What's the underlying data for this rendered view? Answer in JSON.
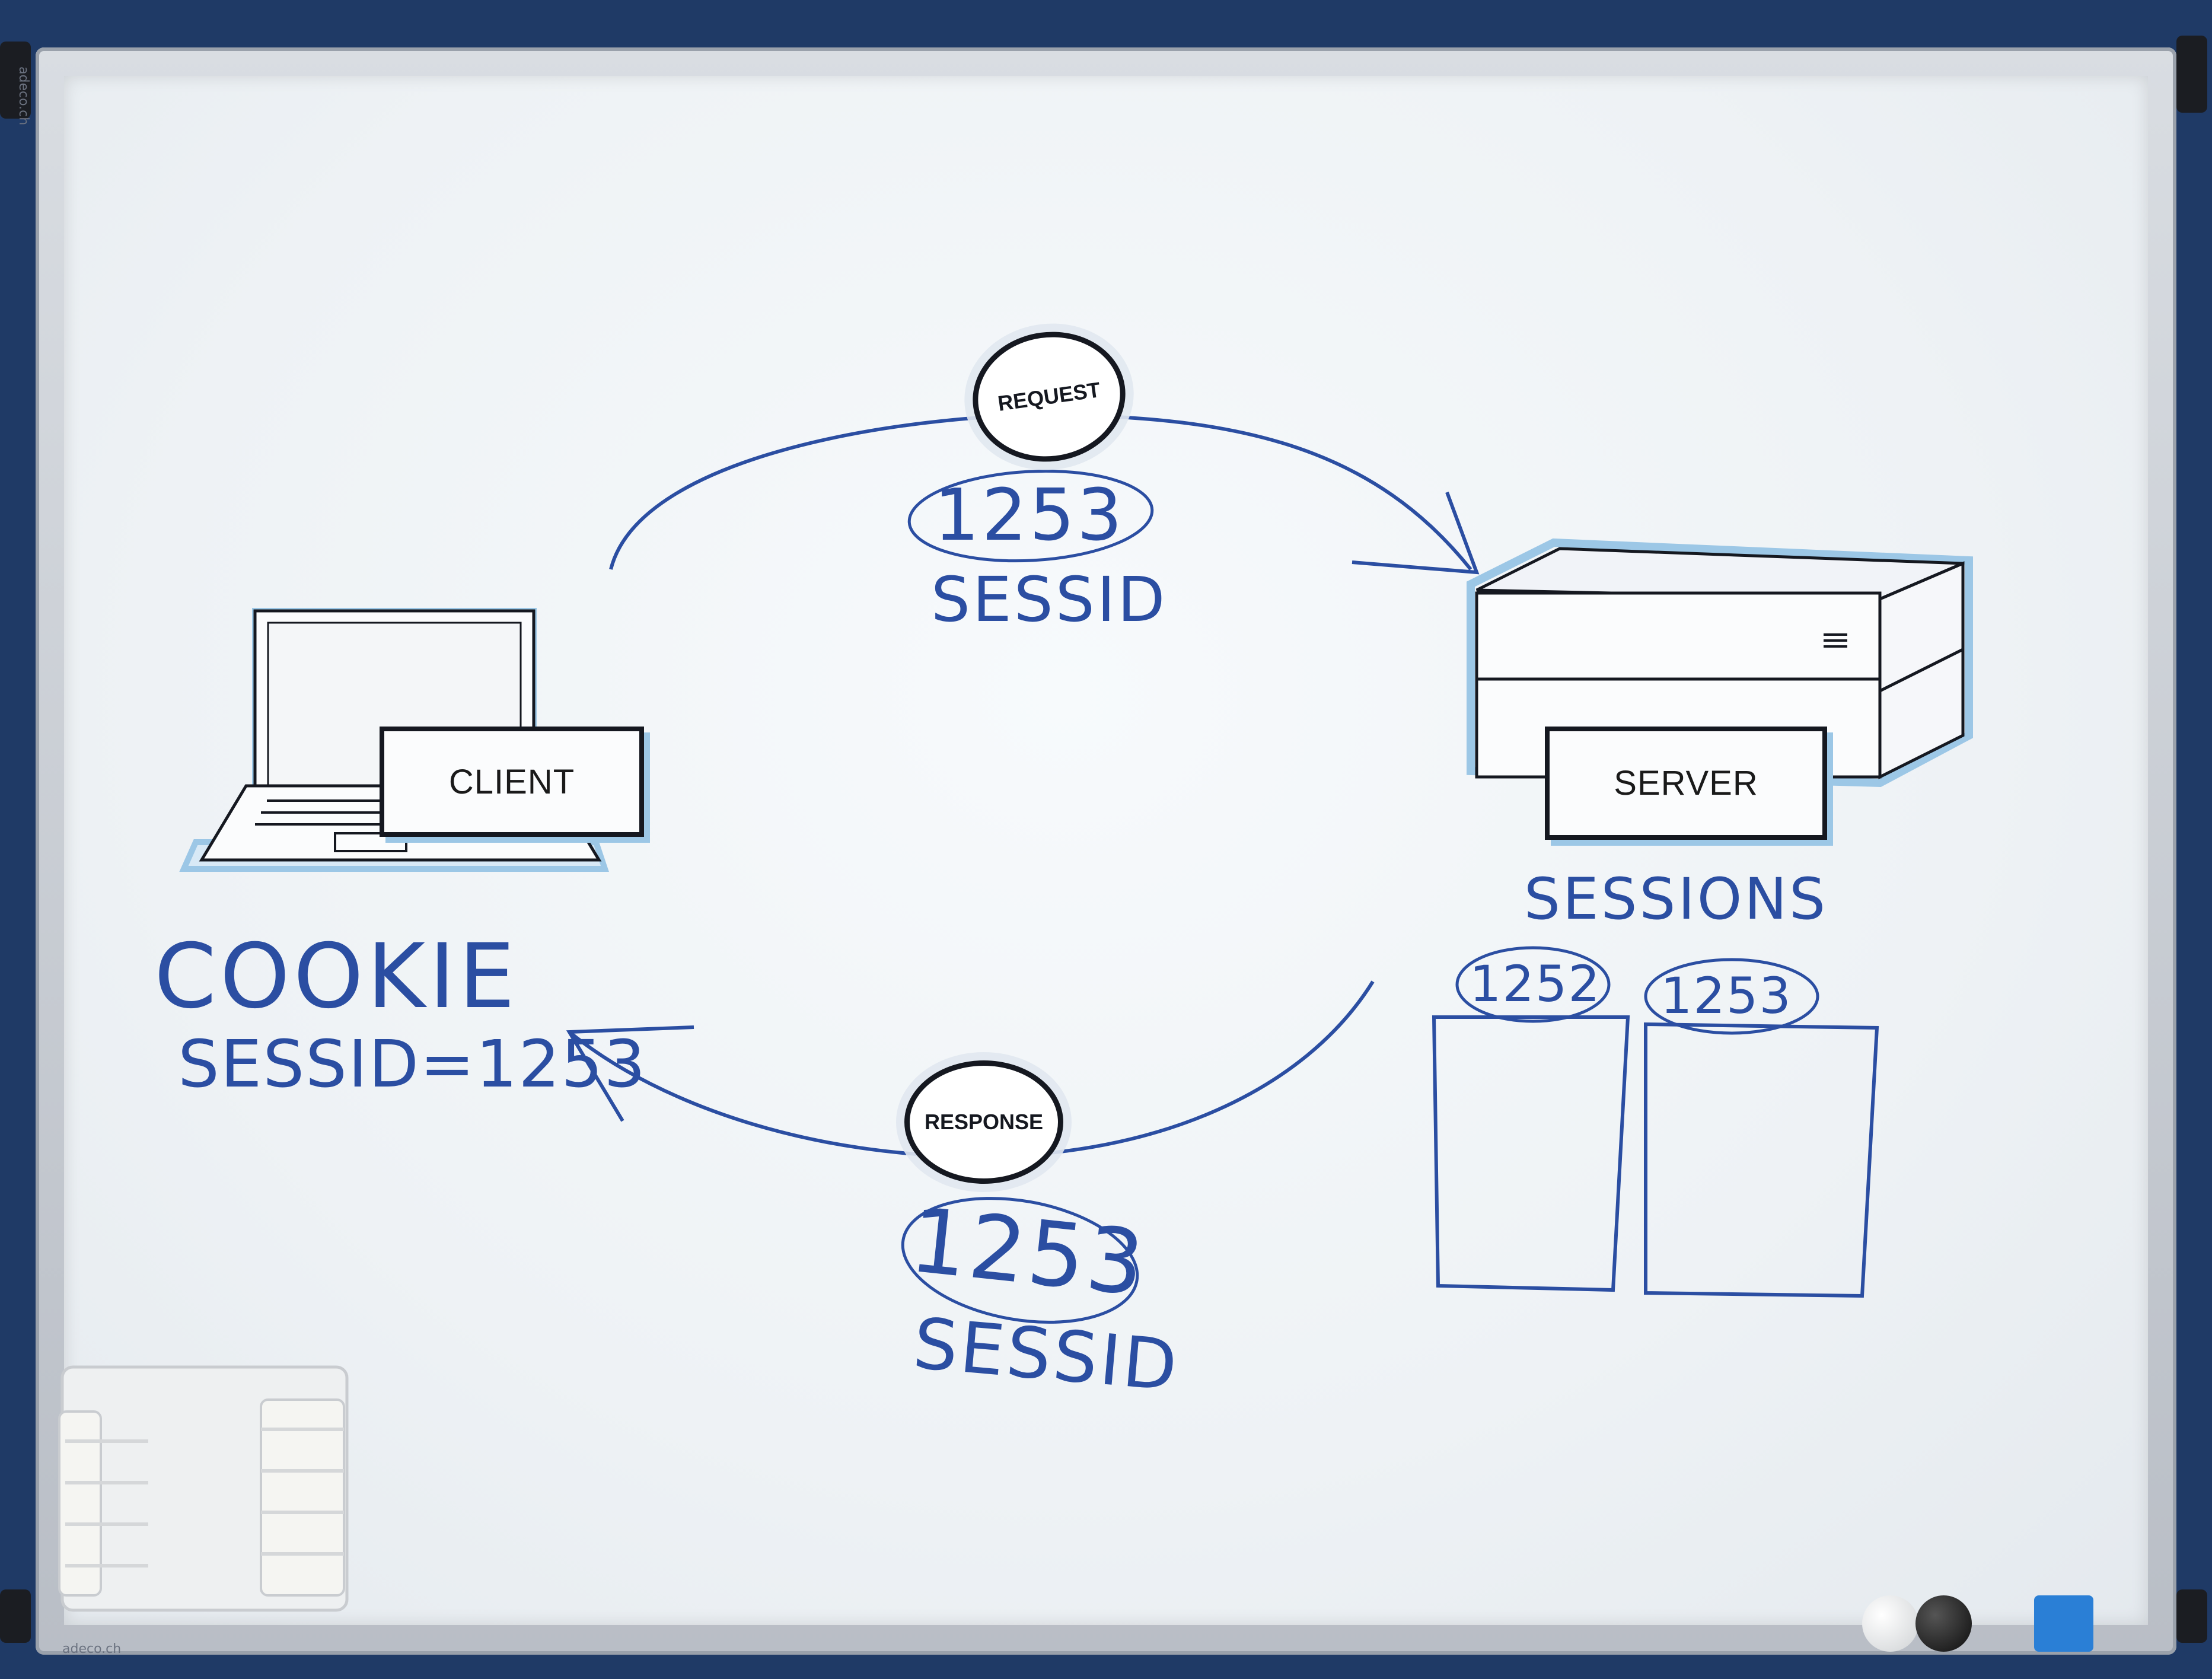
{
  "board": {
    "brand_top": "adeco.ch",
    "brand_bottom": "adeco.ch"
  },
  "diagram": {
    "client_label": "CLIENT",
    "server_label": "SERVER",
    "request_badge": "REQUEST",
    "response_badge": "RESPONSE",
    "request_id": "1253",
    "request_caption": "SESSID",
    "response_id": "1253",
    "response_caption": "SESSID",
    "cookie_title": "COOKIE",
    "cookie_value": "SESSID=1253",
    "sessions_title": "SESSIONS",
    "sessions": [
      {
        "id": "1252"
      },
      {
        "id": "1253"
      }
    ]
  },
  "colors": {
    "marker": "#2b4ea2",
    "board": "#f2f5f8",
    "card_shadow": "#9cc7e6"
  }
}
